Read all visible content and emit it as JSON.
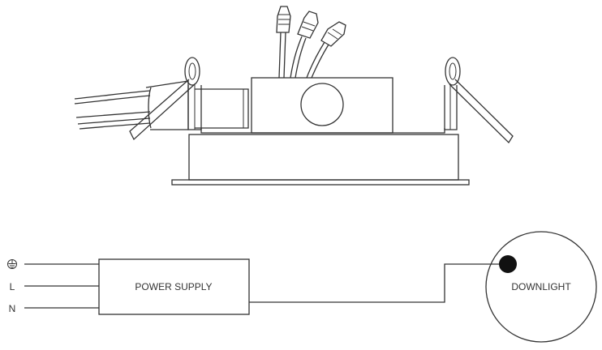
{
  "terminals": {
    "earth_symbol": "earth-ground-icon",
    "live": "L",
    "neutral": "N"
  },
  "power_supply": {
    "label": "POWER SUPPLY"
  },
  "downlight": {
    "label": "DOWNLIGHT"
  },
  "colors": {
    "line": "#333333",
    "background": "#ffffff",
    "connector_dot": "#111111"
  }
}
